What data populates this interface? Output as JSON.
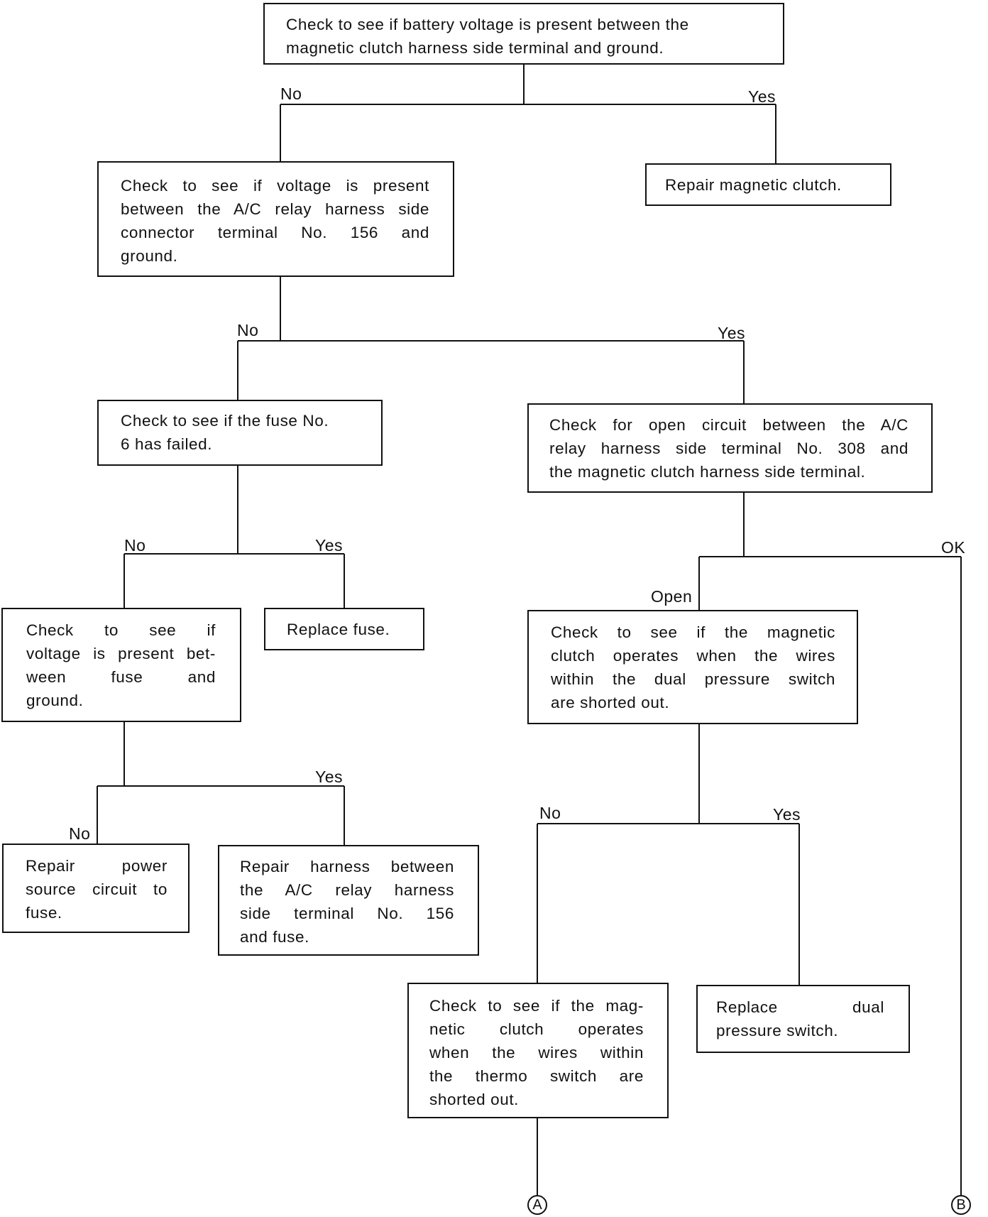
{
  "nodes": {
    "n1": [
      "Check to see if battery voltage is present between the",
      "magnetic clutch harness side terminal and ground."
    ],
    "n2": [
      "Repair magnetic clutch."
    ],
    "n3": [
      "Check to see if voltage is present",
      "between the A/C relay harness side",
      "connector terminal No. 156 and",
      "ground."
    ],
    "n4": [
      "Check to see if the fuse No.",
      "6 has failed."
    ],
    "n5": [
      "Check for open circuit between the A/C",
      "relay harness side terminal No. 308 and",
      "the magnetic clutch harness side terminal."
    ],
    "n6": [
      "Replace fuse."
    ],
    "n7": [
      "Check to see if",
      "voltage is present bet-",
      "ween fuse and",
      "ground."
    ],
    "n8": [
      "Check to see if the magnetic",
      "clutch operates when the wires",
      "within the dual pressure switch",
      "are shorted out."
    ],
    "n9": [
      "Repair power",
      "source circuit to",
      "fuse."
    ],
    "n10": [
      "Repair harness between",
      "the A/C relay harness",
      "side terminal No. 156",
      "and fuse."
    ],
    "n11": [
      "Check to see if the mag-",
      "netic clutch operates",
      "when the wires within",
      "the thermo switch are",
      "shorted out."
    ],
    "n12": [
      "Replace dual",
      "pressure switch."
    ]
  },
  "labels": {
    "no": "No",
    "yes": "Yes",
    "ok": "OK",
    "open": "Open"
  },
  "connectors": {
    "a": "A",
    "b": "B"
  }
}
